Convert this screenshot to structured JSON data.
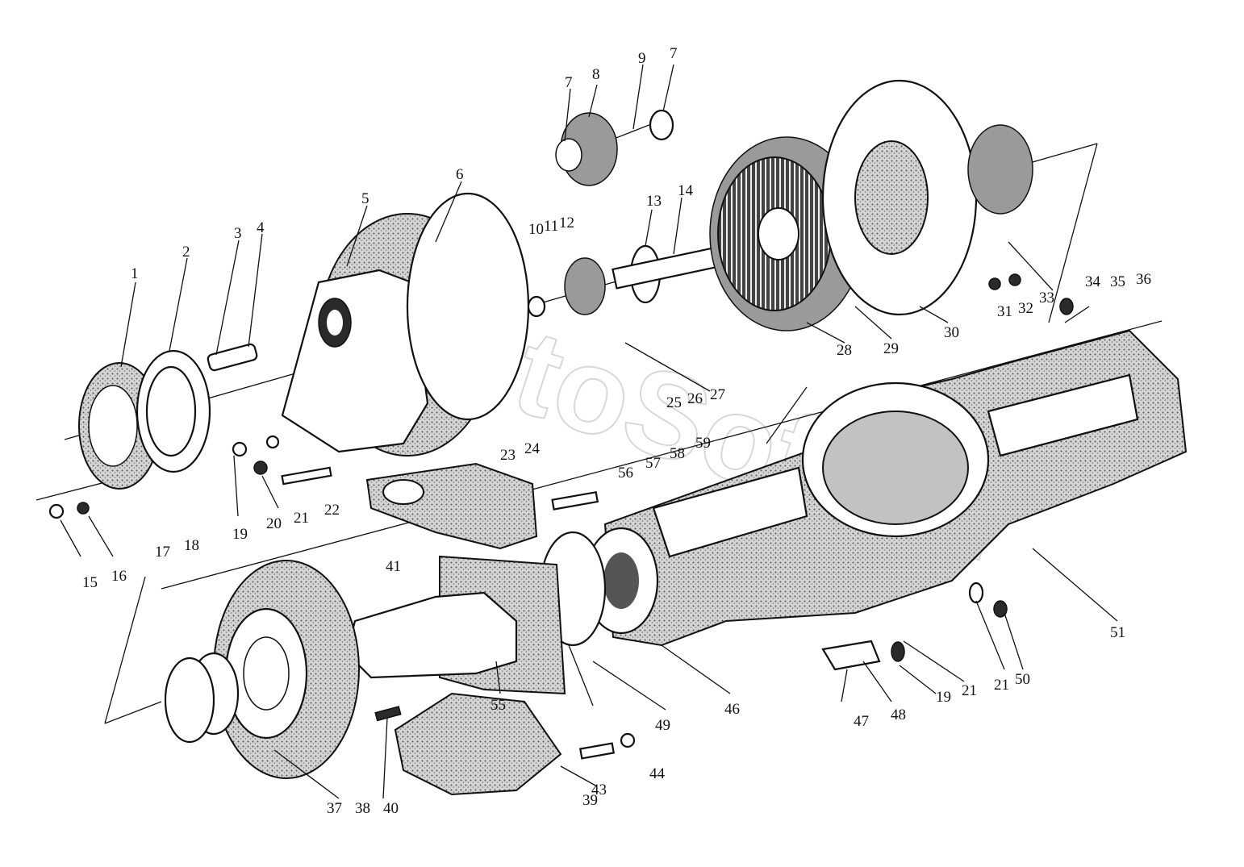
{
  "watermark": "AutoSoft.ru",
  "callouts": [
    "1",
    "2",
    "3",
    "4",
    "5",
    "6",
    "7",
    "8",
    "9",
    "10",
    "11",
    "12",
    "13",
    "14",
    "15",
    "16",
    "17",
    "18",
    "19",
    "20",
    "21",
    "22",
    "23",
    "24",
    "25",
    "26",
    "27",
    "28",
    "29",
    "30",
    "31",
    "32",
    "33",
    "34",
    "35",
    "36",
    "37",
    "38",
    "39",
    "40",
    "41",
    "43",
    "44",
    "46",
    "47",
    "48",
    "49",
    "50",
    "51",
    "55",
    "56",
    "57",
    "58",
    "59"
  ]
}
